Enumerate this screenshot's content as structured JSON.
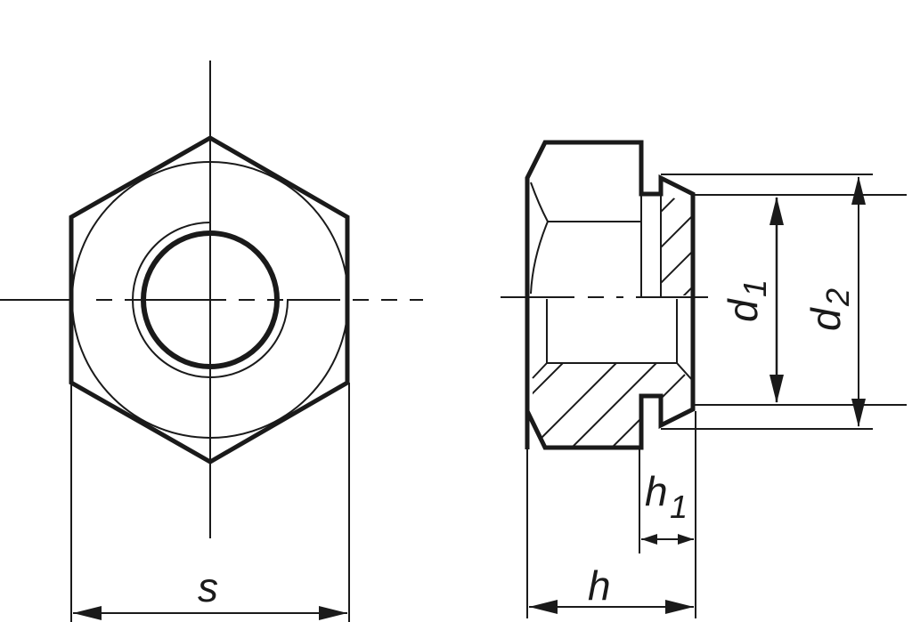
{
  "drawing": {
    "type": "technical drawing",
    "subject": "hexagon nut with flange collar",
    "views": [
      {
        "name": "front-view",
        "description": "hexagon face with bore"
      },
      {
        "name": "side-section-view",
        "description": "half-section with hatching"
      }
    ],
    "line_color": "#1a1a1a",
    "background": "#ffffff"
  },
  "dimensions": {
    "s": {
      "symbol": "s",
      "subscript": ""
    },
    "h": {
      "symbol": "h",
      "subscript": ""
    },
    "h1": {
      "symbol": "h",
      "subscript": "1"
    },
    "d1": {
      "symbol": "d",
      "subscript": "1"
    },
    "d2": {
      "symbol": "d",
      "subscript": "2"
    }
  }
}
